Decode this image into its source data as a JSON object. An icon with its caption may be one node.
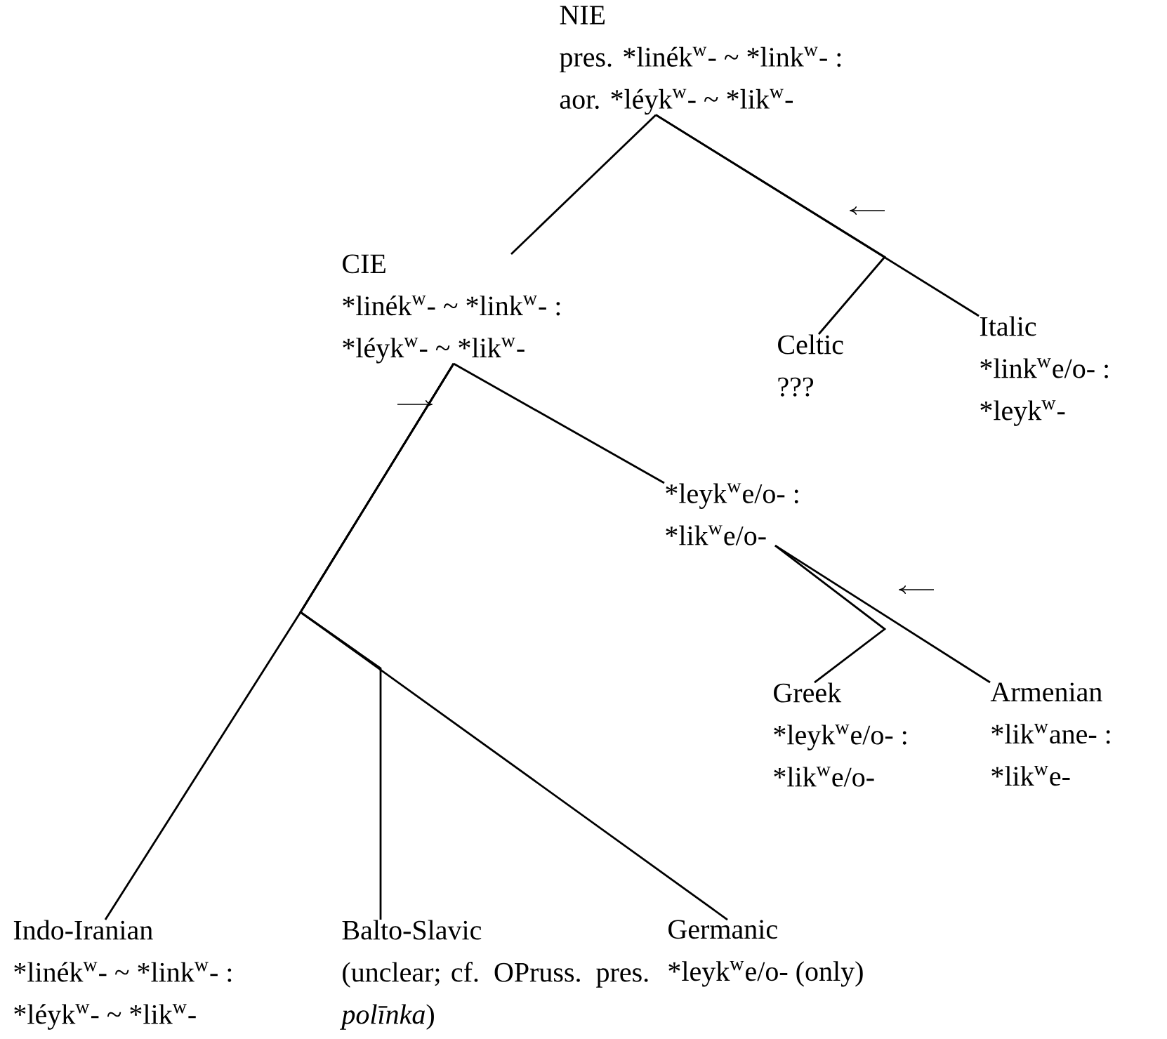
{
  "diagram": {
    "nodes": [
      {
        "text": [
          "NIE",
          "pres. *linék$^{w}$- ~ *link$^{w}$- :",
          "aor. *léyk$^{w}$- ~ *lik$^{w}$-"
        ]
      },
      {
        "text": [
          "CIE",
          "*linék$^{w}$- ~ *link$^{w}$- :",
          "*léyk$^{w}$- ~ *lik$^{w}$-"
        ]
      },
      {
        "text": [
          "Celtic",
          "???"
        ]
      },
      {
        "text": [
          "Italic",
          "*link$^{w}$e/o- :",
          "*leyk$^{w}$-"
        ]
      },
      {
        "text": [
          "*leyk$^{w}$e/o- :",
          "*lik$^{w}$e/o-"
        ]
      },
      {
        "text": [
          "Greek",
          "*leyk$^{w}$e/o- :",
          "*lik$^{w}$e/o-"
        ]
      },
      {
        "text": [
          "Armenian",
          "*lik$^{w}$ane- :",
          "*lik$^{w}$e-"
        ]
      },
      {
        "text": [
          "Indo-Iranian",
          "*linék$^{w}$- ~ *link$^{w}$- :",
          "*léyk$^{w}$- ~ *lik$^{w}$-"
        ]
      },
      {
        "text": [
          "Balto-Slavic",
          "(unclear; cf. OPruss. pres. *polīnka*)"
        ]
      },
      {
        "text": [
          "Germanic",
          "*leyk$^{w}$e/o- (only)"
        ]
      }
    ],
    "edges": [
      {
        "from": 0,
        "to": 1,
        "arrow": "none"
      },
      {
        "from": 0,
        "to": 2,
        "arrow": "none"
      },
      {
        "from": 0,
        "to": 3,
        "arrow": "none"
      },
      {
        "from": 1,
        "to": 4,
        "arrow": "none"
      },
      {
        "from": 1,
        "to": 7,
        "arrow": "none"
      },
      {
        "from": 1,
        "to": 8,
        "arrow": "none"
      },
      {
        "from": 1,
        "to": 9,
        "arrow": "none"
      },
      {
        "from": 4,
        "to": 5,
        "arrow": "none"
      },
      {
        "from": 4,
        "to": 6,
        "arrow": "none"
      }
    ]
  }
}
